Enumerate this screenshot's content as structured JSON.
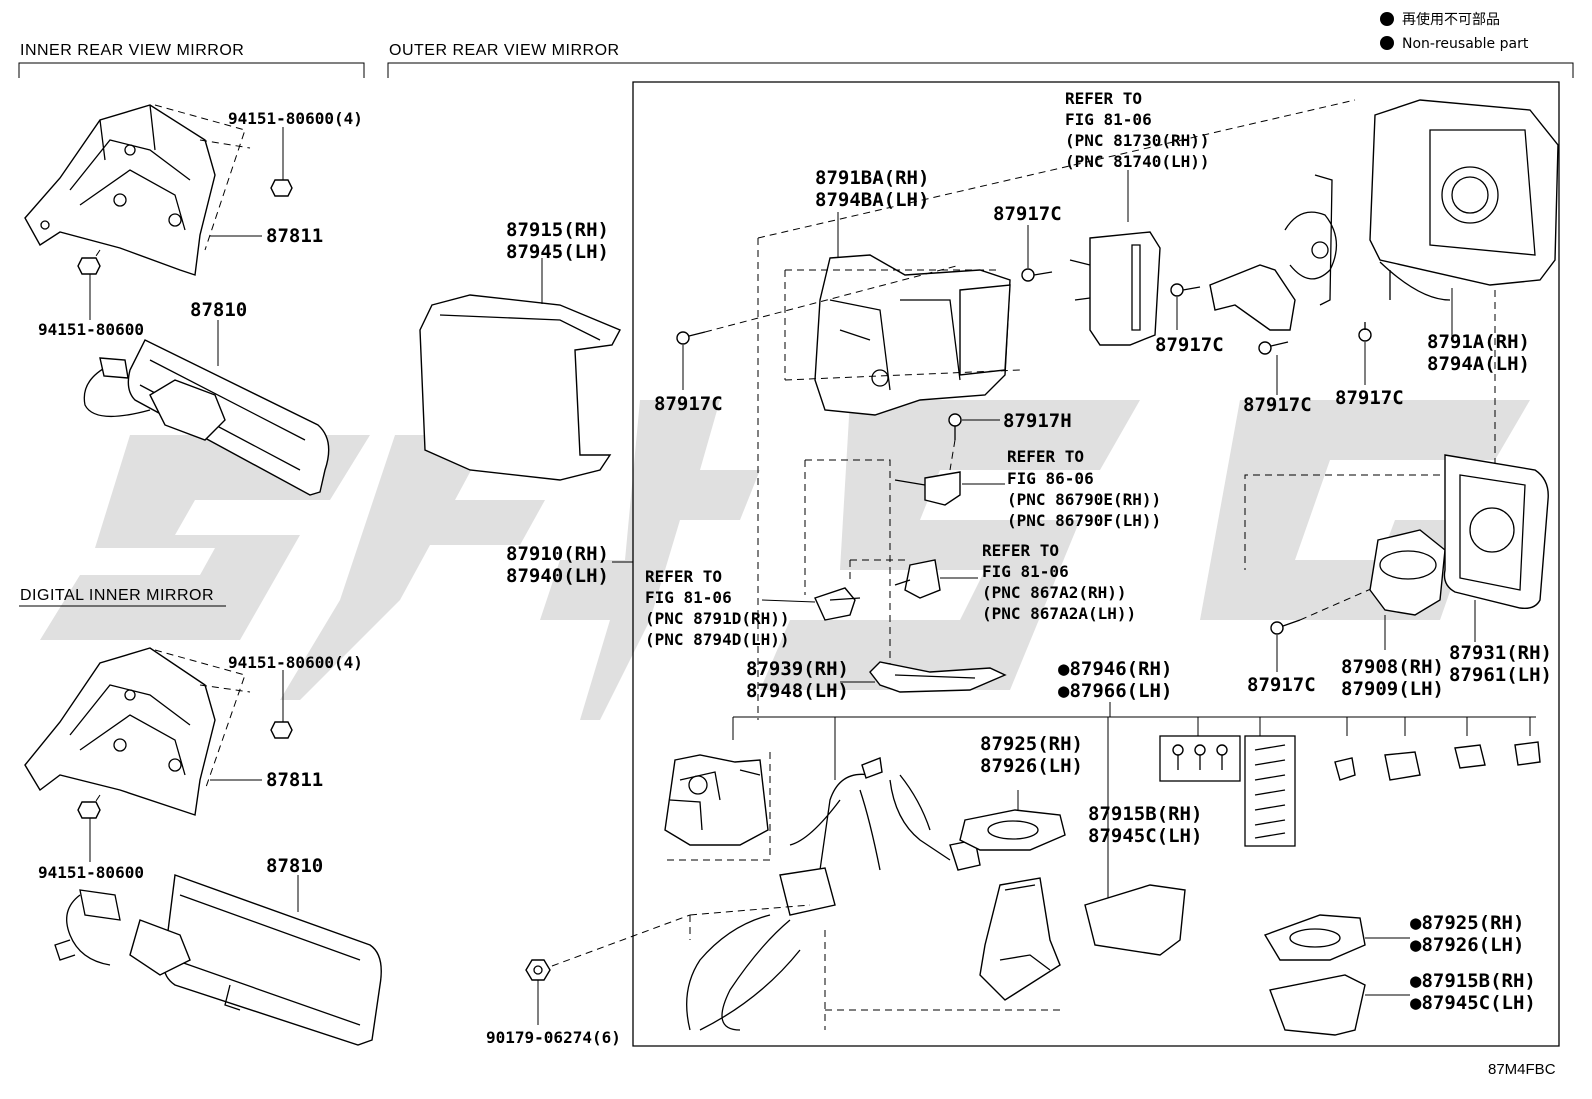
{
  "legend": [
    {
      "symbol": "●",
      "text": "再使用不可部品"
    },
    {
      "symbol": "●",
      "text": "Non-reusable part"
    }
  ],
  "sections": {
    "inner": "INNER REAR VIEW MIRROR",
    "outer": "OUTER REAR VIEW MIRROR",
    "digital": "DIGITAL INNER MIRROR"
  },
  "inner_mirror": {
    "nut_a": "94151-80600(4)",
    "bracket": "87811",
    "nut_b": "94151-80600",
    "mirror": "87810"
  },
  "digital_mirror": {
    "nut_a": "94151-80600(4)",
    "bracket": "87811",
    "nut_b": "94151-80600",
    "mirror": "87810"
  },
  "outer_mirror": {
    "cover_rh": "87915(RH)",
    "cover_lh": "87945(LH)",
    "assy_rh": "87910(RH)",
    "assy_lh": "87940(LH)",
    "clip": "90179-06274(6)",
    "ref1": [
      "REFER TO",
      "FIG 81-06",
      "(PNC 81730(RH))",
      "(PNC 81740(LH))"
    ],
    "frame_rh": "8791BA(RH)",
    "frame_lh": "8794BA(LH)",
    "screw_c": "87917C",
    "screw_h": "87917H",
    "ref2": [
      "REFER TO",
      "FIG 86-06",
      "(PNC 86790E(RH))",
      "(PNC 86790F(LH))"
    ],
    "ref3": [
      "REFER TO",
      "FIG 81-06",
      "(PNC 867A2(RH))",
      "(PNC 867A2A(LH))"
    ],
    "ref4": [
      "REFER TO",
      "FIG 81-06",
      "(PNC 8791D(RH))",
      "(PNC 8794D(LH))"
    ],
    "housing_rh": "8791A(RH)",
    "housing_lh": "8794A(LH)",
    "garnish_rh": "87939(RH)",
    "garnish_lh": "87948(LH)",
    "harness_rh": "●87946(RH)",
    "harness_lh": "●87966(LH)",
    "gasket_rh": "87925(RH)",
    "gasket_lh": "87926(LH)",
    "cover_b_rh": "87915B(RH)",
    "cover_b_lh": "87945C(LH)",
    "actuator_rh": "87908(RH)",
    "actuator_lh": "87909(LH)",
    "glass_rh": "87931(RH)",
    "glass_lh": "87961(LH)",
    "gasket2_rh": "●87925(RH)",
    "gasket2_lh": "●87926(LH)",
    "cover2_rh": "●87915B(RH)",
    "cover2_lh": "●87945C(LH)"
  },
  "figure_code": "87M4FBC",
  "colors": {
    "line": "#000000",
    "watermark": "#d6d6d6",
    "background": "#ffffff"
  }
}
